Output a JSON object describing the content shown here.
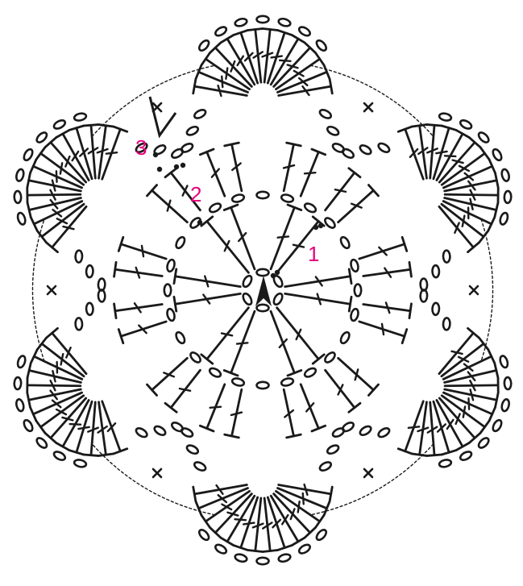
{
  "diagram": {
    "ink_color": "#1a1a1a",
    "label_color": "#e6007e",
    "round_labels": [
      {
        "id": "round-1",
        "text": "1"
      },
      {
        "id": "round-2",
        "text": "2"
      },
      {
        "id": "round-3",
        "text": "3"
      }
    ],
    "symbols": {
      "chain": "oval",
      "single_crochet": "x",
      "double_crochet": "t-stitch-with-bar",
      "slip_stitch": "dot",
      "start": "arrow",
      "fasten_off": "v-arrow"
    }
  }
}
